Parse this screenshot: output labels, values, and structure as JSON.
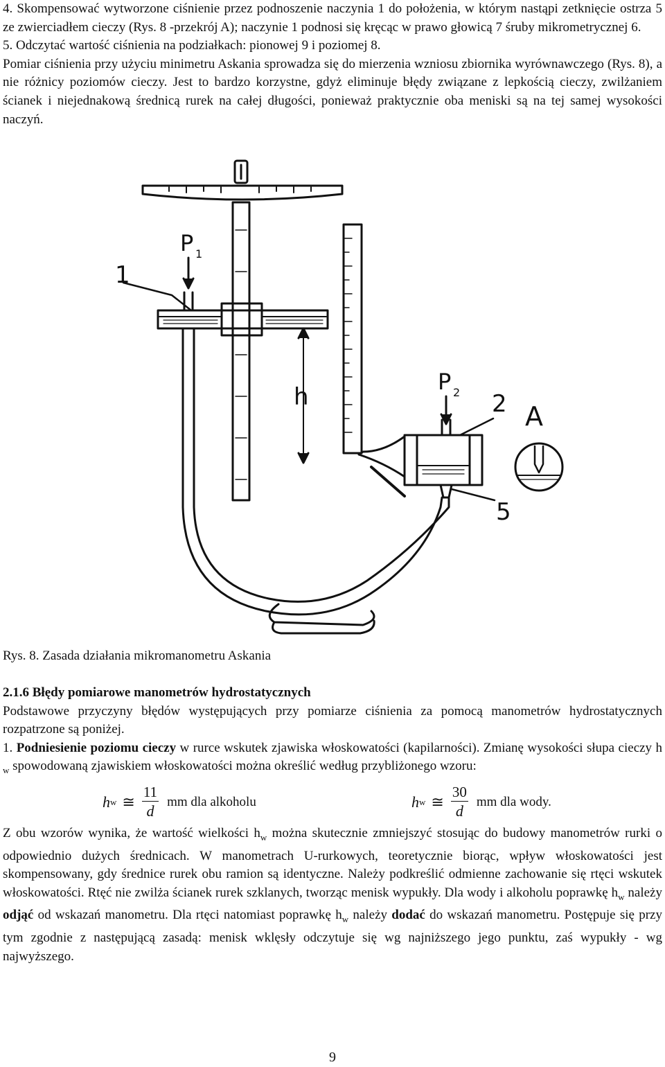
{
  "top_paragraphs": [
    "4. Skompensować wytworzone ciśnienie przez podnoszenie naczynia 1 do położenia, w którym nastąpi zetknięcie ostrza 5 ze zwierciadłem cieczy (Rys. 8 -przekrój A); naczynie 1 podnosi się kręcąc w prawo głowicą 7 śruby mikrometrycznej 6.",
    "5. Odczytać wartość ciśnienia na podziałkach: pionowej 9 i poziomej 8.",
    "Pomiar ciśnienia przy użyciu minimetru Askania sprowadza się do mierzenia wzniosu zbiornika wyrównawczego (Rys. 8), a nie różnicy poziomów cieczy. Jest to bardzo korzystne, gdyż eliminuje błędy związane z lepkością cieczy, zwilżaniem ścianek i niejednakową średnicą rurek na całej długości, ponieważ praktycznie oba meniski są na tej samej wysokości naczyń."
  ],
  "figure": {
    "labels": {
      "p1": "P",
      "p1_sub": "1",
      "p2": "P",
      "p2_sub": "2",
      "label_1": "1",
      "label_2": "2",
      "label_5": "5",
      "label_h": "h",
      "label_a": "A"
    }
  },
  "caption": "Rys. 8. Zasada działania mikromanometru Askania",
  "section": {
    "heading": "2.1.6 Błędy pomiarowe manometrów hydrostatycznych",
    "intro": "Podstawowe przyczyny błędów występujących przy pomiarze ciśnienia za pomocą manometrów hydrostatycznych rozpatrzone są poniżej.",
    "item1_num": "1. ",
    "item1_bold": "Podniesienie poziomu cieczy",
    "item1_text_a": " w rurce wskutek zjawiska włoskowatości (kapilarności). Zmianę wysokości słupa cieczy h ",
    "item1_sub": "w",
    "item1_text_b": " spowodowaną zjawiskiem włoskowatości można określić według przybliżonego wzoru:",
    "formula1": {
      "var": "h",
      "sub": "w",
      "approx": "≅",
      "num": "11",
      "den": "d",
      "text": "mm dla alkoholu"
    },
    "formula2": {
      "var": "h",
      "sub": "w",
      "approx": "≅",
      "num": "30",
      "den": "d",
      "text": "mm dla wody."
    },
    "p2_a": "Z obu wzorów wynika, że wartość wielkości h",
    "p2_sub1": "w",
    "p2_b": " można skutecznie zmniejszyć stosując do budowy manometrów rurki o odpowiednio dużych średnicach. W manometrach U-rurkowych, teoretycznie biorąc, wpływ włoskowatości jest skompensowany, gdy średnice rurek obu ramion są identyczne. Należy podkreślić odmienne zachowanie się rtęci wskutek włoskowatości. Rtęć nie zwilża ścianek rurek szklanych, tworząc menisk wypukły. Dla wody i alkoholu poprawkę h",
    "p2_sub2": "w",
    "p2_c": " należy ",
    "p2_bold1": "odjąć",
    "p2_d": " od wskazań manometru. Dla rtęci natomiast poprawkę h",
    "p2_sub3": "w",
    "p2_e": " należy ",
    "p2_bold2": "dodać",
    "p2_f": " do wskazań manometru. Postępuje się przy tym zgodnie z następującą zasadą: menisk wklęsły odczytuje się wg najniższego jego punktu, zaś wypukły - wg najwyższego."
  },
  "page_number": "9"
}
